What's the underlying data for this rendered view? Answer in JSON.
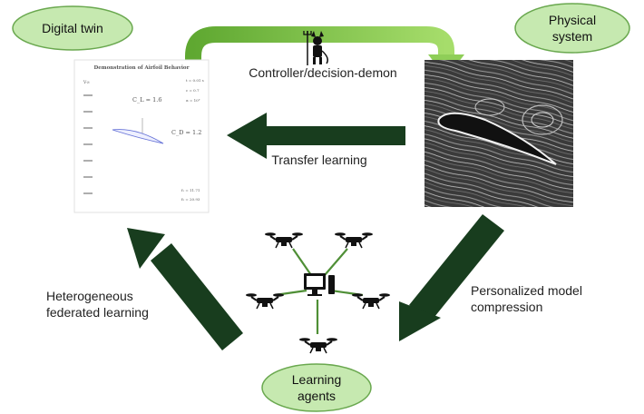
{
  "nodes": {
    "digital_twin": {
      "label": "Digital twin"
    },
    "physical_system": {
      "label_line1": "Physical",
      "label_line2": "system"
    },
    "learning_agents": {
      "label_line1": "Learning",
      "label_line2": "agents"
    }
  },
  "edges": {
    "controller": {
      "label": "Controller/decision-demon"
    },
    "transfer": {
      "label": "Transfer learning"
    },
    "compression": {
      "label_line1": "Personalized model",
      "label_line2": "compression"
    },
    "federated": {
      "label_line1": "Heterogeneous",
      "label_line2": "federated learning"
    }
  },
  "airfoil_panel": {
    "title": "Demonstration of Airfoil Behavior",
    "cl_label": "C_L = 1.6",
    "cd_label": "C_D = 1.2",
    "param_1": "t = 0.01 s",
    "param_2": "c = 0.7",
    "param_3": "α = 10°",
    "metric_1": "f₁ = 11.71",
    "metric_2": "f₂ = 20.93",
    "y_label": "V∞"
  },
  "colors": {
    "oval_fill": "#c6e9b0",
    "oval_stroke": "#6aa84f",
    "dark_arrow": "#183d1e",
    "green_arrow_start": "#5fa831",
    "green_arrow_end": "#a6dd6b",
    "drone_link": "#4f8f36"
  },
  "icons": {
    "demon": "demon-with-trident-icon",
    "drone": "quadcopter-drone-icon",
    "computer": "desktop-computer-icon"
  }
}
